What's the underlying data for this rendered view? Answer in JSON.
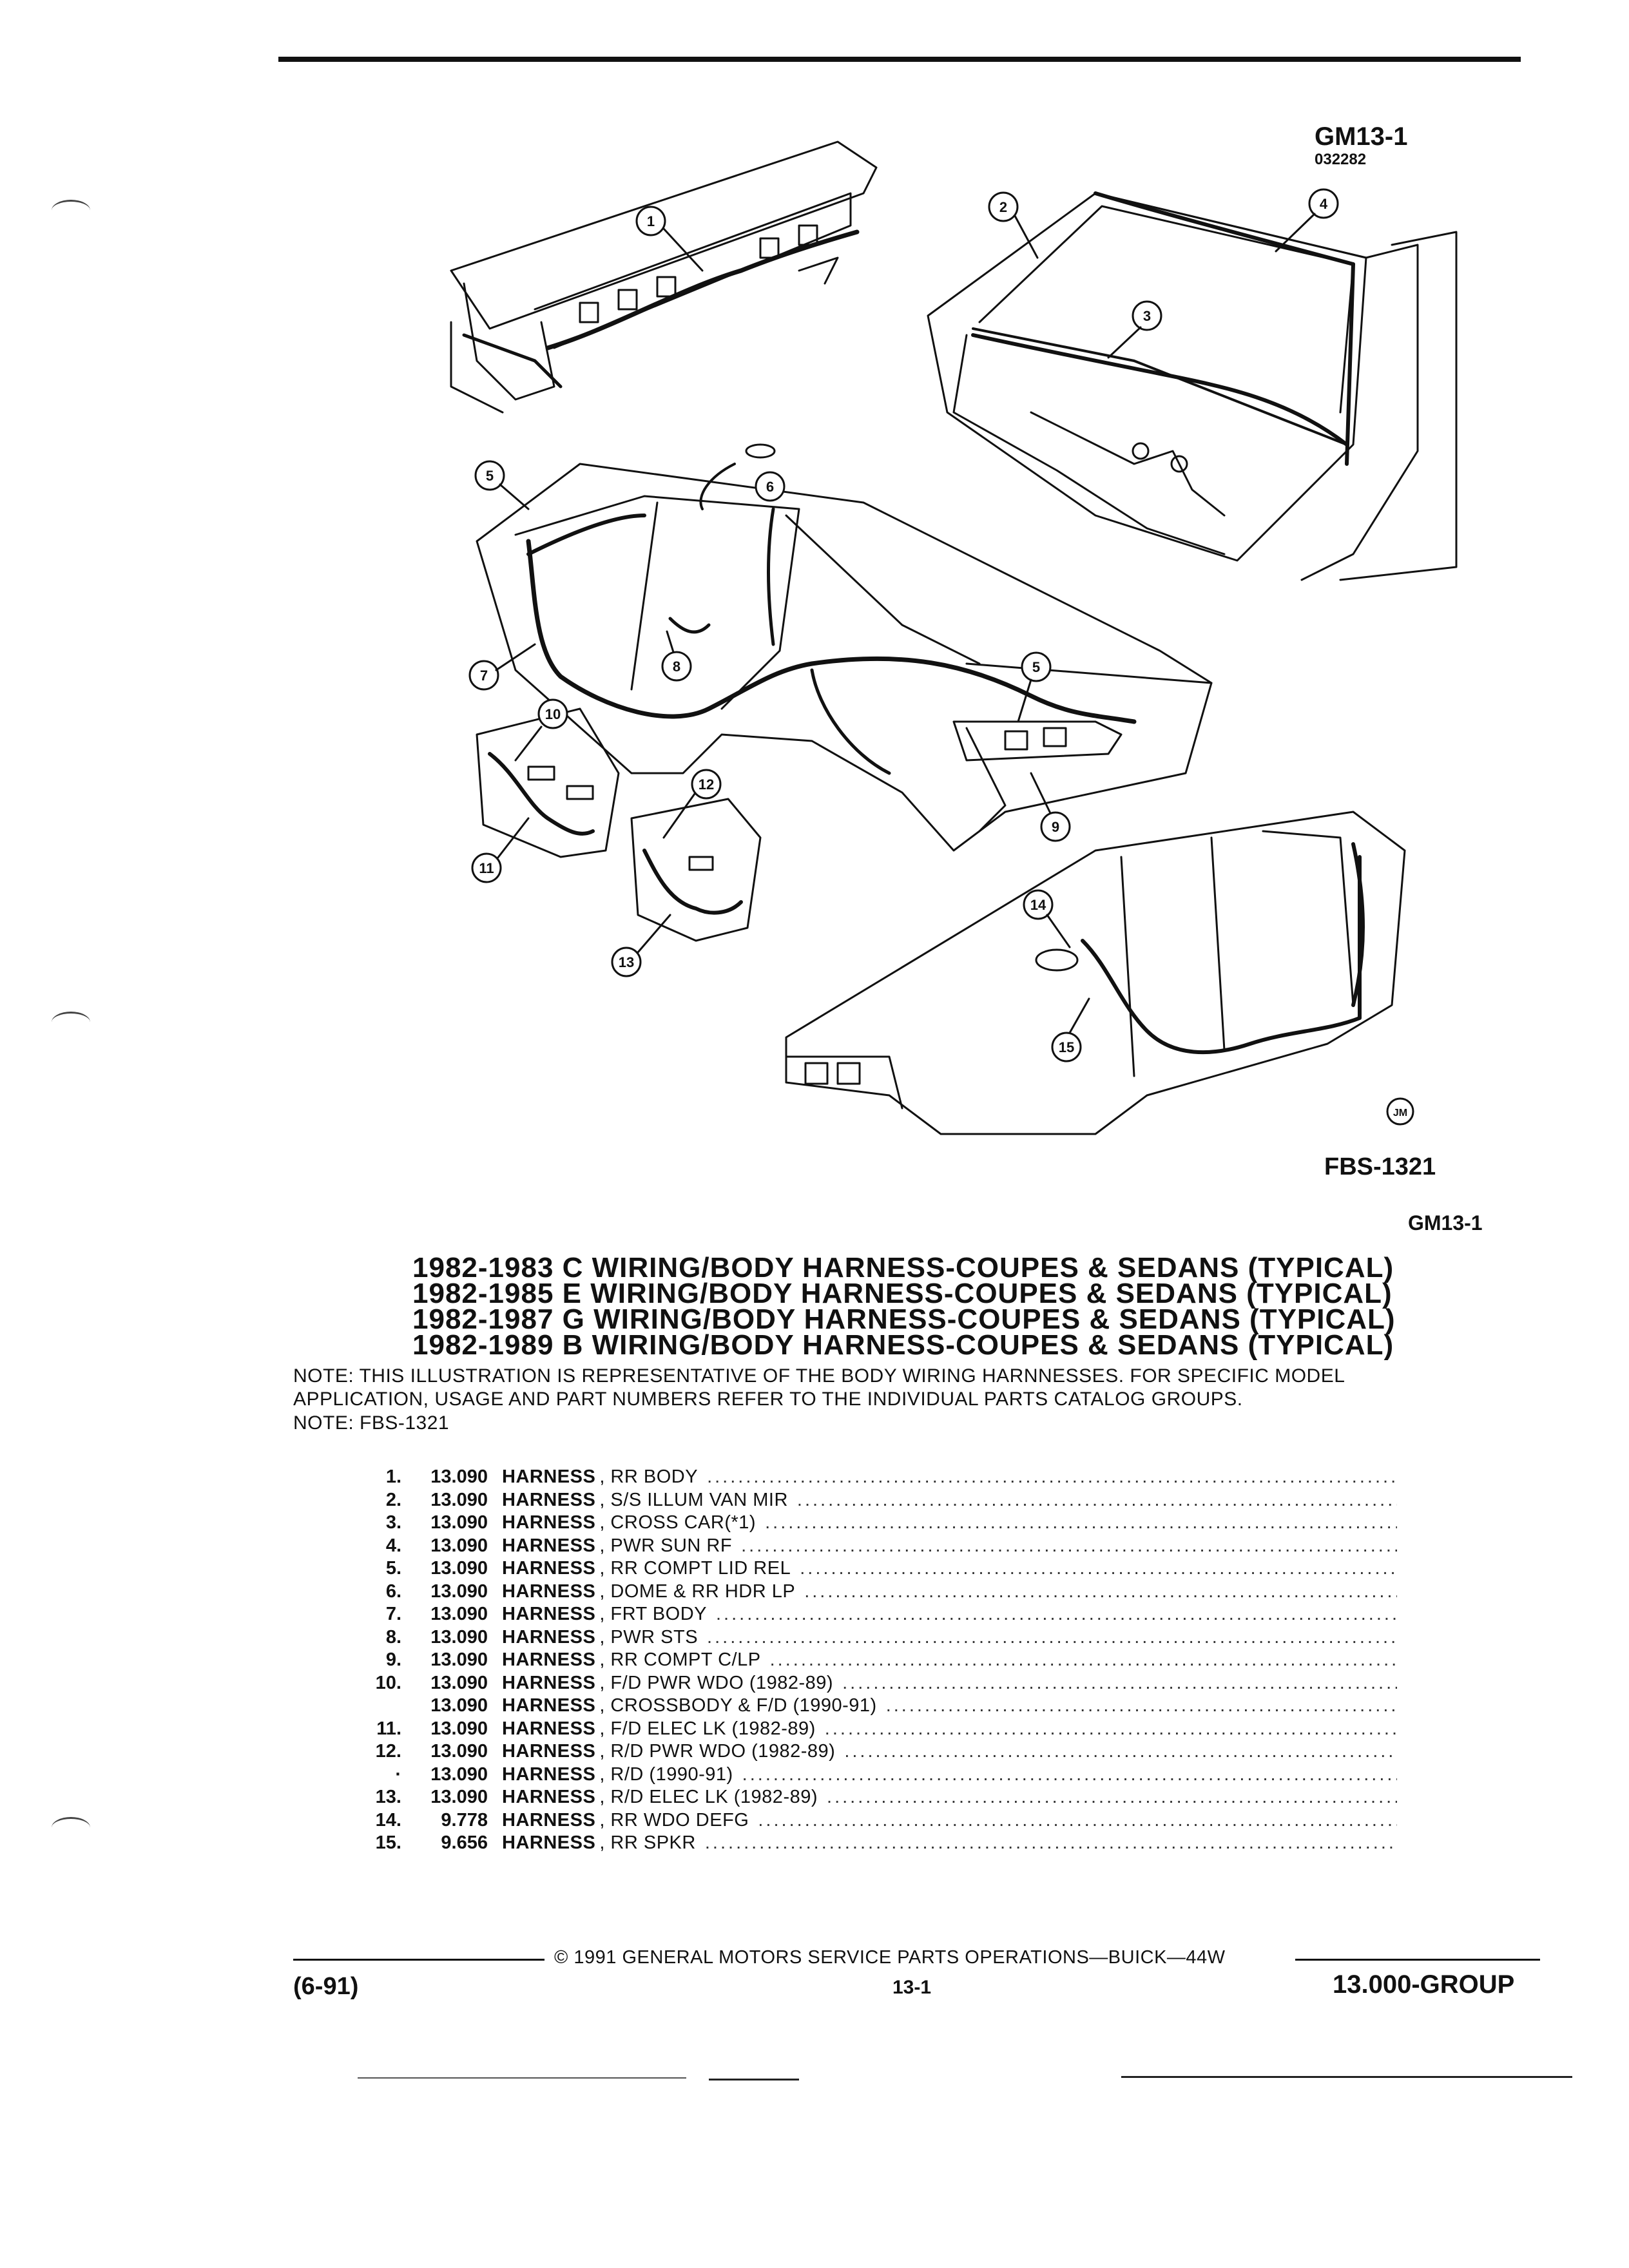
{
  "figure": {
    "code": "GM13-1",
    "sub_code": "032282",
    "fbs": "FBS-1321",
    "jm_badge": "JM",
    "callouts": [
      "1",
      "2",
      "3",
      "4",
      "5",
      "6",
      "7",
      "8",
      "9",
      "10",
      "11",
      "12",
      "13",
      "14",
      "15"
    ]
  },
  "header_right": "GM13-1",
  "titles": [
    "1982-1983 C WIRING/BODY HARNESS-COUPES & SEDANS (TYPICAL)",
    "1982-1985 E WIRING/BODY HARNESS-COUPES & SEDANS (TYPICAL)",
    "1982-1987 G WIRING/BODY HARNESS-COUPES & SEDANS (TYPICAL)",
    "1982-1989 B WIRING/BODY HARNESS-COUPES & SEDANS (TYPICAL)"
  ],
  "note": {
    "line1": "NOTE: THIS ILLUSTRATION IS REPRESENTATIVE OF THE BODY WIRING HARNNESSES. FOR SPECIFIC MODEL",
    "line2": "APPLICATION, USAGE AND PART NUMBERS REFER TO THE INDIVIDUAL PARTS CATALOG GROUPS.",
    "line3": "NOTE: FBS-1321"
  },
  "parts": [
    {
      "num": "1.",
      "group": "13.090",
      "name": "HARNESS",
      "desc": ", RR BODY"
    },
    {
      "num": "2.",
      "group": "13.090",
      "name": "HARNESS",
      "desc": ", S/S ILLUM VAN MIR"
    },
    {
      "num": "3.",
      "group": "13.090",
      "name": "HARNESS",
      "desc": ", CROSS CAR(*1)"
    },
    {
      "num": "4.",
      "group": "13.090",
      "name": "HARNESS",
      "desc": ", PWR SUN RF"
    },
    {
      "num": "5.",
      "group": "13.090",
      "name": "HARNESS",
      "desc": ", RR COMPT LID REL"
    },
    {
      "num": "6.",
      "group": "13.090",
      "name": "HARNESS",
      "desc": ", DOME & RR HDR LP"
    },
    {
      "num": "7.",
      "group": "13.090",
      "name": "HARNESS",
      "desc": ", FRT BODY"
    },
    {
      "num": "8.",
      "group": "13.090",
      "name": "HARNESS",
      "desc": ", PWR STS"
    },
    {
      "num": "9.",
      "group": "13.090",
      "name": "HARNESS",
      "desc": ", RR COMPT C/LP"
    },
    {
      "num": "10.",
      "group": "13.090",
      "name": "HARNESS",
      "desc": ", F/D PWR WDO (1982-89)"
    },
    {
      "num": "",
      "group": "13.090",
      "name": "HARNESS",
      "desc": ", CROSSBODY & F/D (1990-91)"
    },
    {
      "num": "11.",
      "group": "13.090",
      "name": "HARNESS",
      "desc": ", F/D ELEC LK (1982-89)"
    },
    {
      "num": "12.",
      "group": "13.090",
      "name": "HARNESS",
      "desc": ", R/D PWR WDO (1982-89)"
    },
    {
      "num": "·",
      "group": "13.090",
      "name": "HARNESS",
      "desc": ", R/D (1990-91)"
    },
    {
      "num": "13.",
      "group": "13.090",
      "name": "HARNESS",
      "desc": ", R/D ELEC LK (1982-89)"
    },
    {
      "num": "14.",
      "group": "9.778",
      "name": "HARNESS",
      "desc": ", RR WDO DEFG"
    },
    {
      "num": "15.",
      "group": "9.656",
      "name": "HARNESS",
      "desc": ", RR SPKR"
    }
  ],
  "footer": {
    "copyright": "© 1991 GENERAL MOTORS SERVICE PARTS OPERATIONS—BUICK—44W",
    "date": "(6-91)",
    "page": "13-1",
    "group": "13.000-GROUP"
  }
}
